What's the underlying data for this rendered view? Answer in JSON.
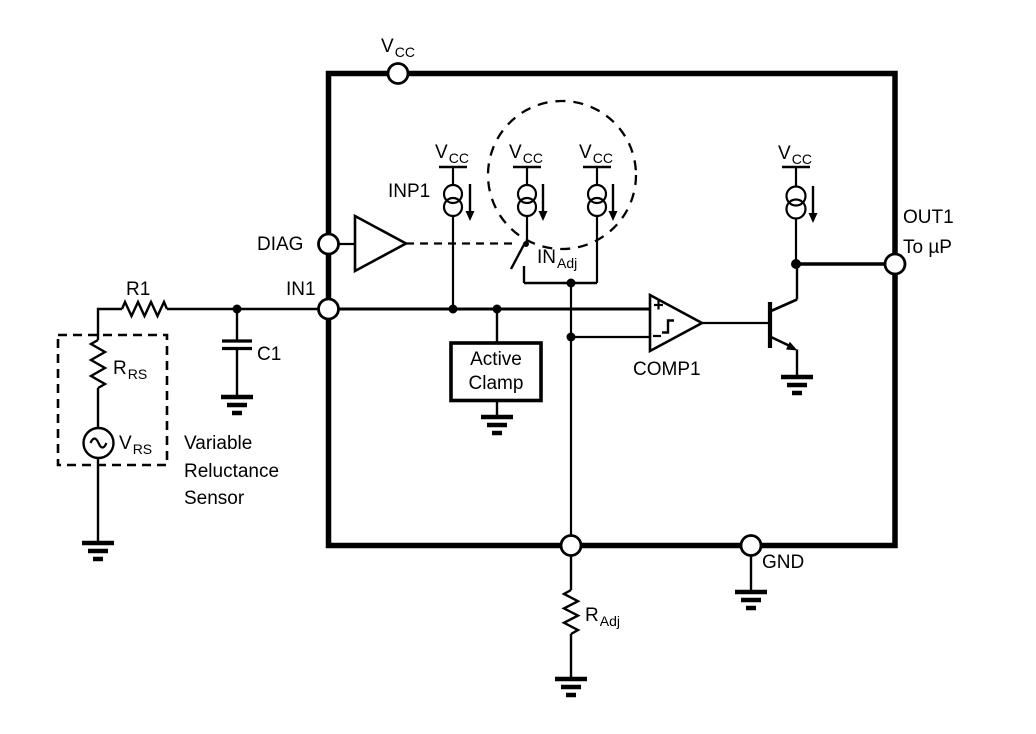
{
  "colors": {
    "line": "#000000",
    "background": "#ffffff",
    "text": "#000000"
  },
  "labels": {
    "vcc": {
      "main": "V",
      "sub": "CC"
    },
    "inp1": "INP1",
    "diag": "DIAG",
    "in1": "IN1",
    "in_adj": {
      "main": "IN",
      "sub": "Adj"
    },
    "out1": "OUT1",
    "to_microprocessor": "To µP",
    "gnd": "GND",
    "r_adj": {
      "main": "R",
      "sub": "Adj"
    },
    "comp1": "COMP1",
    "active_clamp": "Active Clamp",
    "r1": "R1",
    "c1": "C1",
    "r_rs": {
      "main": "R",
      "sub": "RS"
    },
    "v_rs": {
      "main": "V",
      "sub": "RS"
    },
    "sensor_caption": "Variable Reluctance Sensor"
  }
}
